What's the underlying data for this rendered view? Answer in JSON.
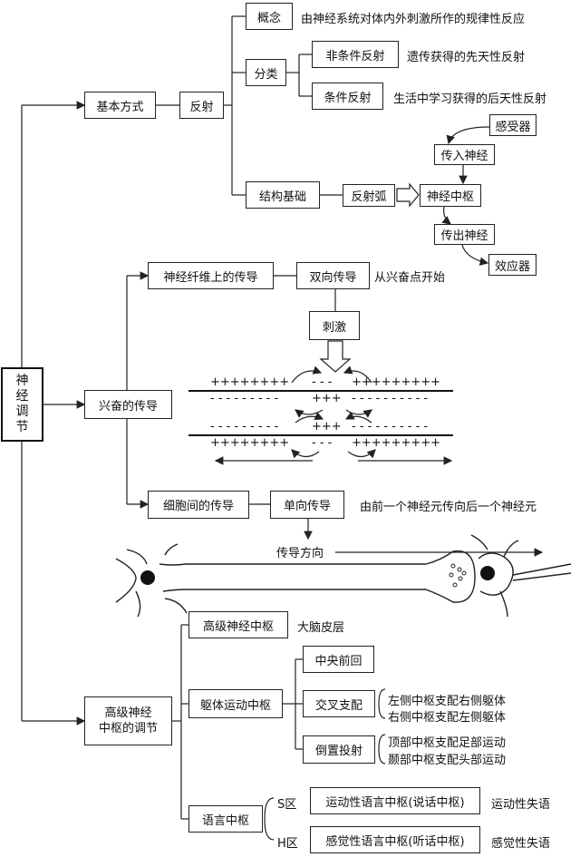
{
  "root": {
    "chars": [
      "神",
      "经",
      "调",
      "节"
    ]
  },
  "basic": {
    "label": "基本方式",
    "reflex": "反射",
    "concept": "概念",
    "concept_desc": "由神经系统对体内外刺激所作的规律性反应",
    "classify": "分类",
    "unconditioned": "非条件反射",
    "unconditioned_desc": "遗传获得的先天性反射",
    "conditioned": "条件反射",
    "conditioned_desc": "生活中学习获得的后天性反射",
    "structure": "结构基础",
    "arc": "反射弧",
    "receptor": "感受器",
    "afferent": "传入神经",
    "center": "神经中枢",
    "efferent": "传出神经",
    "effector": "效应器"
  },
  "conduction": {
    "label": "兴奋的传导",
    "fiber": "神经纤维上的传导",
    "bidirectional": "双向传导",
    "bidirectional_desc": "从兴奋点开始",
    "stimulus": "刺激",
    "row1_left": "++++++++",
    "row1_mid": "- - -",
    "row1_right": "+++++++++",
    "row2_left": "- - - - - - - - -",
    "row2_mid": "+++",
    "row2_right": "- - - - - - - - - -",
    "row3_left": "- - - - - - - - -",
    "row3_mid": "+++",
    "row3_right": "- - - - - - - - - -",
    "row4_left": "++++++++",
    "row4_mid": "- - -",
    "row4_right": "+++++++++",
    "synapse": "细胞间的传导",
    "unidirectional": "单向传导",
    "unidirectional_desc": "由前一个神经元传向后一个神经元",
    "direction": "传导方向"
  },
  "higher": {
    "label_line1": "高级神经",
    "label_line2": "中枢的调节",
    "advanced": "高级神经中枢",
    "cortex": "大脑皮层",
    "motor": "躯体运动中枢",
    "precentral": "中央前回",
    "cross": "交叉支配",
    "cross_desc1": "左侧中枢支配右侧躯体",
    "cross_desc2": "右侧中枢支配左侧躯体",
    "inverted": "倒置投射",
    "inverted_desc1": "顶部中枢支配足部运动",
    "inverted_desc2": "颞部中枢支配头部运动",
    "language": "语言中枢",
    "s_area": "S区",
    "motor_lang": "运动性语言中枢(说话中枢)",
    "motor_aphasia": "运动性失语",
    "h_area": "H区",
    "sensory_lang": "感觉性语言中枢(听话中枢)",
    "sensory_aphasia": "感觉性失语"
  }
}
